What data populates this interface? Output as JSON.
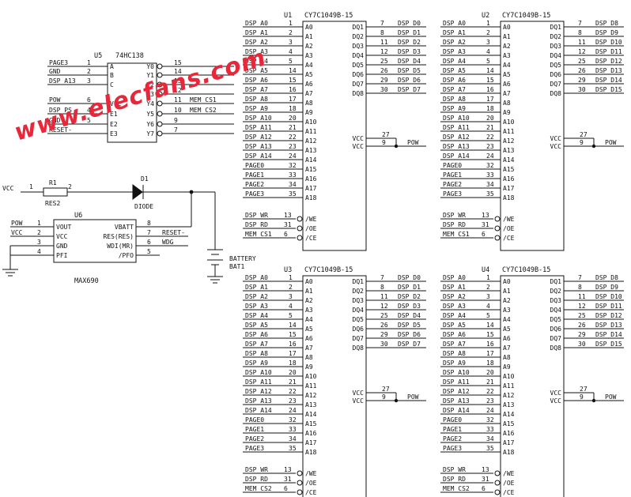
{
  "watermark": "www.elecfans.com",
  "decoder": {
    "ref": "U5",
    "part": "74HC138",
    "left_nets": [
      "PAGE3",
      "GND",
      "DSP_A13",
      "POW",
      "DSP_PS",
      "GND",
      "RESET-"
    ],
    "left_pins": [
      "1",
      "2",
      "3",
      "6",
      "4",
      "5",
      ""
    ],
    "inside_left": [
      "A",
      "B",
      "C",
      "VCC",
      "E1",
      "E2",
      "E3"
    ],
    "inside_right": [
      "Y0",
      "Y1",
      "Y2",
      "Y3",
      "Y4",
      "Y5",
      "Y6",
      "Y7"
    ],
    "right_pins": [
      "15",
      "14",
      "13",
      "12",
      "11",
      "10",
      "9",
      "7"
    ],
    "right_nets": [
      "",
      "",
      "",
      "",
      "MEM_CS1",
      "MEM_CS2",
      "",
      ""
    ]
  },
  "res_section": {
    "vcc_label": "VCC",
    "vcc_pin": "1",
    "resistor_ref": "R1",
    "resistor_pin": "2",
    "resistor_name": "RES2",
    "diode_ref": "D1",
    "diode_name": "DIODE"
  },
  "supervisor": {
    "ref": "U6",
    "part": "MAX690",
    "left_nets": [
      "POW",
      "VCC",
      "",
      ""
    ],
    "left_pins": [
      "1",
      "2",
      "3",
      "4"
    ],
    "inside_left": [
      "VOUT",
      "VCC",
      "GND",
      "PFI"
    ],
    "inside_right": [
      "VBATT",
      "RES(RES)",
      "WDI(MR)",
      "/PFO"
    ],
    "right_pins": [
      "8",
      "7",
      "6",
      "5"
    ],
    "right_nets": [
      "",
      "RESET-",
      "WDG",
      ""
    ]
  },
  "battery": {
    "label1": "BATTERY",
    "label2": "BAT1"
  },
  "sram_part": "CY7C1049B-15",
  "sram_pin_labels": [
    "A0",
    "A1",
    "A2",
    "A3",
    "A4",
    "A5",
    "A6",
    "A7",
    "A8",
    "A9",
    "A10",
    "A11",
    "A12",
    "A13",
    "A14",
    "A15",
    "A16",
    "A17",
    "A18"
  ],
  "sram_data_labels": [
    "DQ1",
    "DQ2",
    "DQ3",
    "DQ4",
    "DQ5",
    "DQ6",
    "DQ7",
    "DQ8"
  ],
  "sram_pwr_labels": [
    "VCC",
    "VCC"
  ],
  "sram_ctrl_labels": [
    "/WE",
    "/OE",
    "/CE"
  ],
  "sram_addr_nets": [
    "DSP_A0",
    "DSP_A1",
    "DSP_A2",
    "DSP_A3",
    "DSP_A4",
    "DSP_A5",
    "DSP_A6",
    "DSP_A7",
    "DSP_A8",
    "DSP_A9",
    "DSP_A10",
    "DSP_A11",
    "DSP_A12",
    "DSP_A13",
    "DSP_A14",
    "PAGE0",
    "PAGE1",
    "PAGE2",
    "PAGE3"
  ],
  "sram_addr_pins": [
    "1",
    "2",
    "3",
    "4",
    "5",
    "14",
    "15",
    "16",
    "17",
    "18",
    "20",
    "21",
    "22",
    "23",
    "24",
    "32",
    "33",
    "34",
    "35"
  ],
  "sram_data_pins": [
    "7",
    "8",
    "11",
    "12",
    "25",
    "26",
    "29",
    "30"
  ],
  "sram_pwr_pins": [
    "27",
    "9"
  ],
  "sram_pwr_net": "POW",
  "sram_ctrl_pins": [
    "13",
    "31",
    "6"
  ],
  "sram_ctrl_nets_1": [
    "DSP_WR",
    "DSP_RD",
    "MEM_CS1"
  ],
  "sram_ctrl_nets_2": [
    "DSP_WR",
    "DSP_RD",
    "MEM_CS2"
  ],
  "sram_data_low": [
    "DSP_D0",
    "DSP_D1",
    "DSP_D2",
    "DSP_D3",
    "DSP_D4",
    "DSP_D5",
    "DSP_D6",
    "DSP_D7"
  ],
  "sram_data_high": [
    "DSP_D8",
    "DSP_D9",
    "DSP_D10",
    "DSP_D11",
    "DSP_D12",
    "DSP_D13",
    "DSP_D14",
    "DSP_D15"
  ],
  "srams": [
    {
      "ref": "U1",
      "cs": 1,
      "bank": "low"
    },
    {
      "ref": "U2",
      "cs": 1,
      "bank": "high"
    },
    {
      "ref": "U3",
      "cs": 2,
      "bank": "low"
    },
    {
      "ref": "U4",
      "cs": 2,
      "bank": "high"
    }
  ]
}
